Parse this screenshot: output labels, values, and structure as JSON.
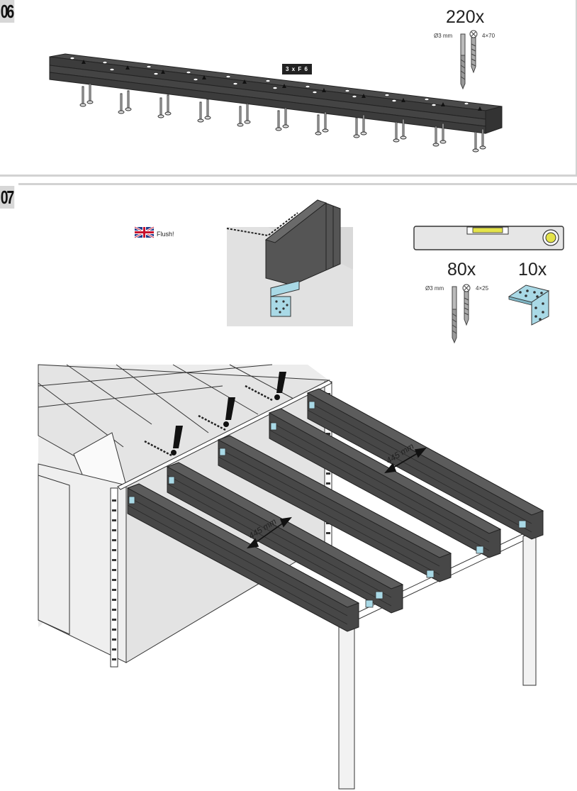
{
  "steps": [
    {
      "number": "06"
    },
    {
      "number": "07"
    }
  ],
  "step06": {
    "quantity": "220x",
    "drill": "Ø3 mm",
    "screw": "4×70",
    "board_label": "3 x F 6"
  },
  "step07": {
    "flush_text": "Flush!",
    "screw_quantity": "80x",
    "drill": "Ø3 mm",
    "screw": "4×25",
    "bracket_quantity": "10x",
    "spacing_front": "445 mm",
    "spacing_back": "445 mm"
  },
  "icons": [
    "uk-flag-icon",
    "spirit-level-icon",
    "drill-bit-icon",
    "screw-icon",
    "angle-bracket-icon",
    "warning-exclamation-icon"
  ],
  "colors": {
    "beam": "#4a4a4a",
    "beam_dark": "#2e2e2e",
    "bracket": "#a9d9e6",
    "panel": "#e8e8e8",
    "level_bubble": "#e4e34a"
  }
}
